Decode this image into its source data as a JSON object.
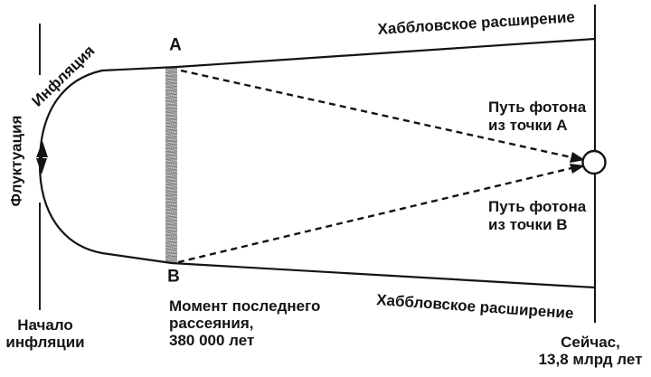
{
  "diagram": {
    "description": "Cosmology diagram: inflation, surface of last scattering, photon paths to the present observer",
    "colors": {
      "background": "#ffffff",
      "line": "#141414",
      "band_gray": "#b0b0b0"
    },
    "labels": {
      "hubble_top": "Хаббловское расширение",
      "hubble_bottom": "Хаббловское расширение",
      "inflation": "Инфляция",
      "fluctuation": "Флуктуация",
      "point_a": "A",
      "point_b": "B",
      "photon_a": {
        "line1": "Путь фотона",
        "line2": "из точки A"
      },
      "photon_b": {
        "line1": "Путь фотона",
        "line2": "из точки B"
      },
      "last_scattering": {
        "line1": "Момент последнего",
        "line2": "рассеяния,",
        "line3": "380 000 лет"
      },
      "inflation_start": {
        "line1": "Начало",
        "line2": "инфляции"
      },
      "now": {
        "line1": "Сейчас,",
        "line2": "13,8 млрд лет"
      }
    }
  }
}
